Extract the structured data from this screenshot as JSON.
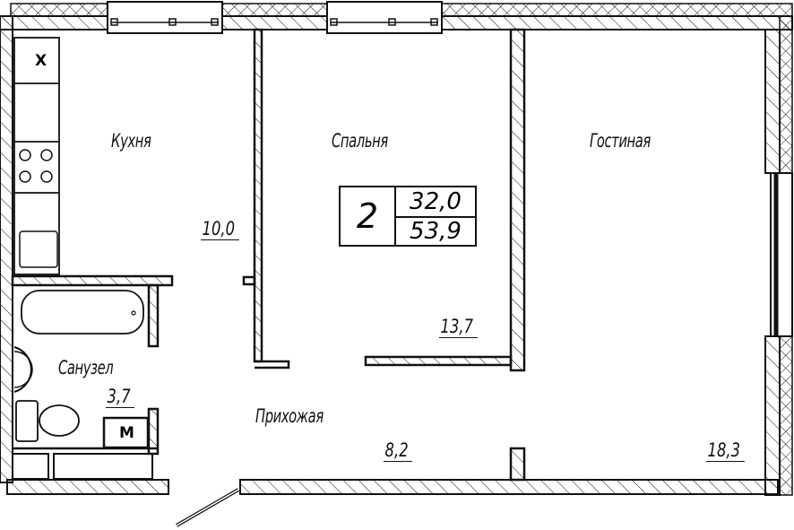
{
  "plan": {
    "rooms_count": "2",
    "living_area": "32,0",
    "total_area": "53,9"
  },
  "rooms": {
    "kitchen": {
      "name": "Кухня",
      "area": "10,0"
    },
    "bedroom": {
      "name": "Спальня",
      "area": "13,7"
    },
    "living": {
      "name": "Гостиная",
      "area": "18,3"
    },
    "bathroom": {
      "name": "Санузел",
      "area": "3,7"
    },
    "hallway": {
      "name": "Прихожая",
      "area": "8,2"
    }
  },
  "symbols": {
    "vent": "X",
    "washer": "М"
  }
}
